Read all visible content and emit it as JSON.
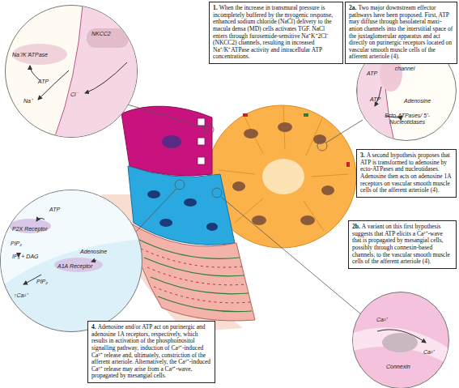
{
  "diagram": {
    "nodes": [
      {
        "text": [
          "Na⁺/K⁺ATPase",
          "NKCC2",
          "ATP",
          "Na⁺",
          "Cl⁻"
        ]
      },
      {
        "text": [
          "1.",
          "When the increase in transmural pressure is incompletely buffered by the myogenic response, enhanced sodium chloride (NaCl) delivery to the macula densa (MD) cells activates TGF. NaCl enters through furosemide-sensitive Na⁺K⁺2Cl⁻ (NKCC2) channels, resulting in increased Na⁺/K⁺ATPase activity and intracellular ATP concentrations."
        ]
      },
      {
        "text": [
          "2a.",
          "Two major downstream effector pathways have been proposed. First, ATP may diffuse through basolateral maxi-anion channels into the interstitial space of the juxtaglomerular apparatus and act directly on purinergic receptors located on vascular smooth muscle cells of the afferent arteriole (4)."
        ]
      },
      {
        "text": [
          "Maxi-anion channel",
          "ATP",
          "ATP",
          "Adenosine",
          "Ecto-ATPases/ 5'-Nucleotidases"
        ]
      },
      {
        "text": [
          "3.",
          "A second hypothesis proposes that ATP is transformed to adenosine by ecto-ATPases and nucleotidases. Adenosine then acts on adenosine 1A receptors on vascular smooth muscle cells of the afferent arteriole (4)."
        ]
      },
      {
        "text": [
          "2b.",
          "A variant on this first hypothesis suggests that ATP elicits a Ca²⁺-wave that is propagated by mesangial cells, possibly through connexin-based channels, to the vascular smooth muscle cells of the afferent arteriole (4)."
        ]
      },
      {
        "text": [
          "ATP",
          "P2X Receptor",
          "PIP₂",
          "IP₃ + DAG",
          "Adenosine",
          "A1A Receptor",
          "PIP₂",
          "↑Ca²⁺"
        ]
      },
      {
        "text": [
          "Ca²⁺",
          "Ca²⁺",
          "Connexin"
        ]
      },
      {
        "text": [
          "4.",
          "Adenosine and/or ATP act on purinergic and adenosine 1A receptors, respectively, which results in activation of the phosphoinositol signalling pathway, induction of Ca²⁺-induced Ca²⁺ release and, ultimately, constriction of the afferent arteriole. Alternatively, the Ca²⁺-induced Ca²⁺ release may arise from a Ca²⁺-wave, propagated by mesangial cells."
        ]
      }
    ]
  }
}
